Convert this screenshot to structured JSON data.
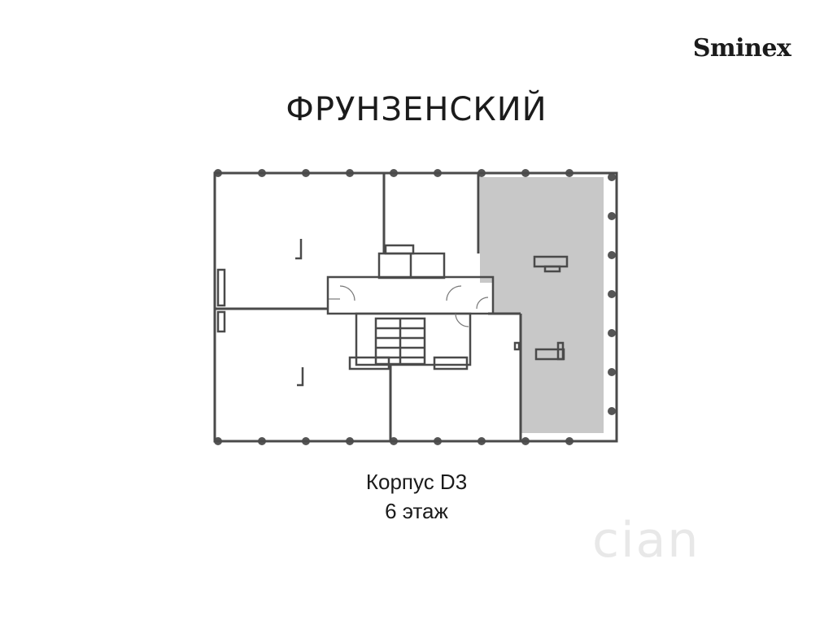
{
  "brand": {
    "logo_text": "Sminex"
  },
  "header": {
    "title": "ФРУНЗЕНСКИЙ"
  },
  "plan": {
    "highlight_color": "#c8c8c8",
    "wall_color": "#4a4a4a",
    "selected_unit": "right wing"
  },
  "caption": {
    "building": "Корпус D3",
    "floor": "6 этаж"
  },
  "watermark": {
    "text": "cian"
  }
}
